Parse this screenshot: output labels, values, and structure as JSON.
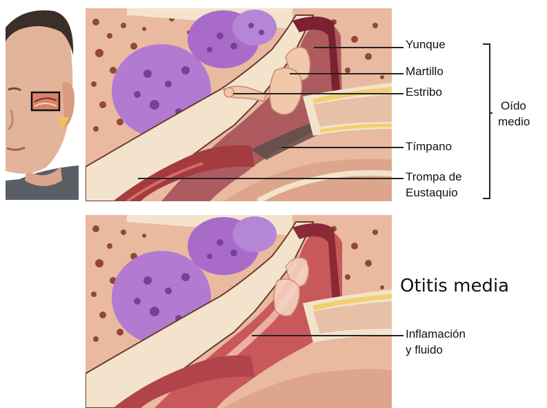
{
  "labels": {
    "yunque": "Yunque",
    "martillo": "Martillo",
    "estribo": "Estribo",
    "oido_medio_1": "Oído",
    "oido_medio_2": "medio",
    "timpano": "Tímpano",
    "trompa_1": "Trompa de",
    "trompa_2": "Eustaquio",
    "otitis_title": "Otitis media",
    "inflamacion_1": "Inflamación",
    "inflamacion_2": "y fluido"
  },
  "colors": {
    "tissue": "#e9b9a0",
    "bone": "#f3e3cc",
    "vesicle": "#b27bd1",
    "canal": "#a8525a",
    "inflamed": "#c9585a",
    "cartilage_yellow": "#f0d070"
  }
}
